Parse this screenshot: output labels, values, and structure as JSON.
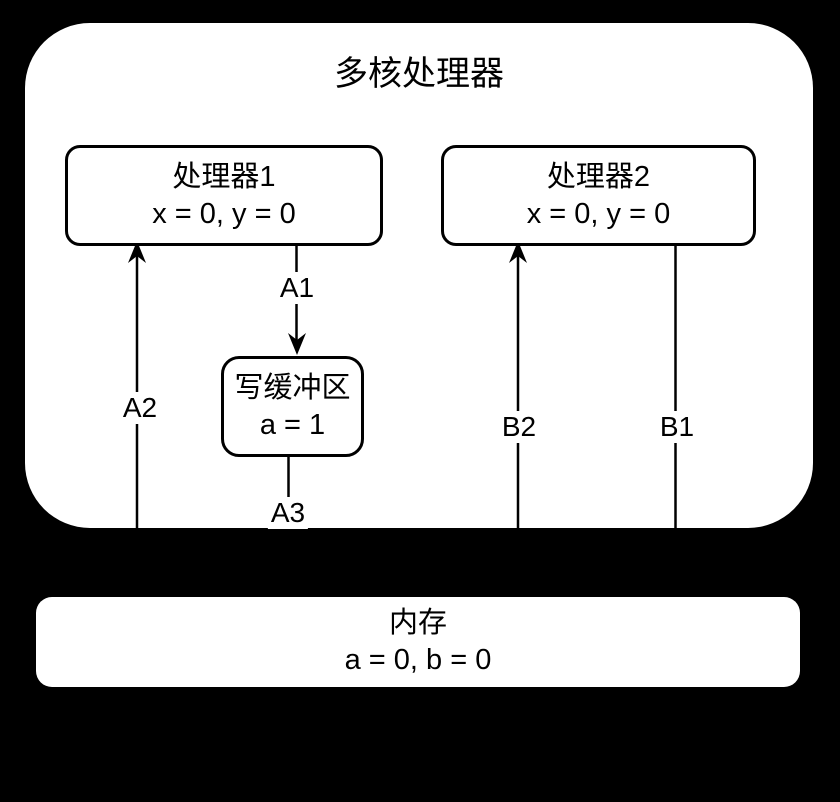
{
  "diagram": {
    "container_title": "多核处理器",
    "nodes": {
      "processor1": {
        "name": "处理器1",
        "state": "x = 0, y = 0"
      },
      "processor2": {
        "name": "处理器2",
        "state": "x = 0, y = 0"
      },
      "write_buffer": {
        "name": "写缓冲区",
        "state": "a = 1"
      },
      "memory": {
        "name": "内存",
        "state": "a = 0, b = 0"
      }
    },
    "edges": {
      "a1": "A1",
      "a2": "A2",
      "a3": "A3",
      "b1": "B1",
      "b2": "B2"
    },
    "colors": {
      "background": "#000000",
      "node_fill": "#ffffff",
      "stroke": "#000000",
      "text": "#000000"
    }
  }
}
